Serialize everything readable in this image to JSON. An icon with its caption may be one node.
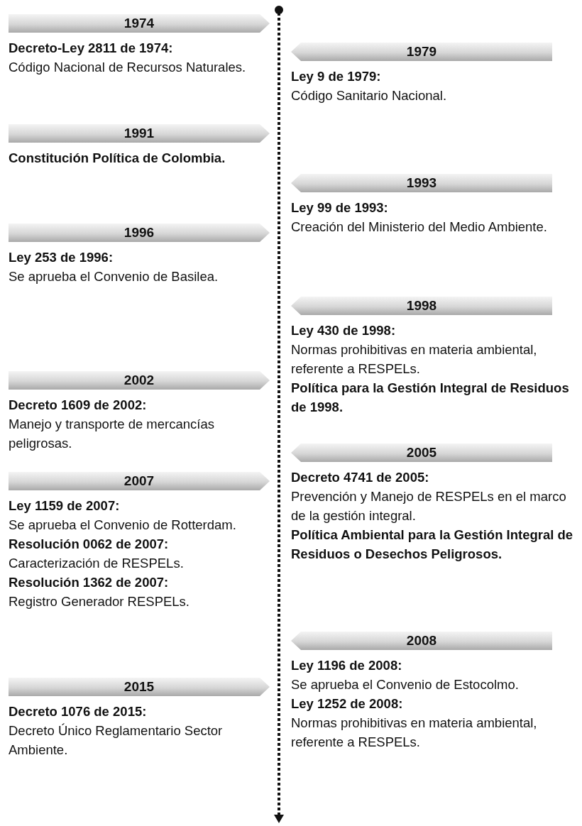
{
  "diagram": {
    "nodes": [
      {
        "text": [
          "1974"
        ],
        "beside": [
          "**Decreto-Ley 2811 de 1974:** Código Nacional de Recursos Naturales."
        ]
      },
      {
        "text": [
          "1979"
        ],
        "beside": [
          "**Ley 9 de 1979:** Código Sanitario Nacional."
        ]
      },
      {
        "text": [
          "1991"
        ],
        "beside": [
          "**Constitución Política de Colombia.**"
        ]
      },
      {
        "text": [
          "1993"
        ],
        "beside": [
          "**Ley 99 de 1993:** Creación del Ministerio del Medio Ambiente."
        ]
      },
      {
        "text": [
          "1996"
        ],
        "beside": [
          "**Ley 253 de 1996:** Se aprueba el Convenio de Basilea."
        ]
      },
      {
        "text": [
          "1998"
        ],
        "beside": [
          "**Ley 430 de 1998:** Normas prohibitivas en materia ambiental, referente a RESPELs.",
          "**Política para la Gestión Integral de Residuos de 1998.**"
        ]
      },
      {
        "text": [
          "2002"
        ],
        "beside": [
          "**Decreto 1609 de 2002:** Manejo y transporte de mercancías peligrosas."
        ]
      },
      {
        "text": [
          "2005"
        ],
        "beside": [
          "**Decreto 4741 de 2005:** Prevención y Manejo de RESPELs en el marco de la gestión integral.",
          "**Política Ambiental para la Gestión Integral de Residuos o Desechos Peligrosos.**"
        ]
      },
      {
        "text": [
          "2007"
        ],
        "beside": [
          "**Ley 1159 de 2007:** Se aprueba el Convenio de Rotterdam.",
          "**Resolución 0062 de 2007:** Caracterización de RESPELs.",
          "**Resolución 1362 de 2007:** Registro Generador RESPELs."
        ]
      },
      {
        "text": [
          "2008"
        ],
        "beside": [
          "**Ley 1196 de 2008:** Se aprueba el Convenio de Estocolmo.",
          "**Ley 1252 de 2008:** Normas prohibitivas en materia ambiental, referente a RESPELs."
        ]
      },
      {
        "text": [
          "2015"
        ],
        "beside": [
          "**Decreto 1076 de 2015:** Decreto Único Reglamentario Sector Ambiente."
        ]
      }
    ]
  }
}
